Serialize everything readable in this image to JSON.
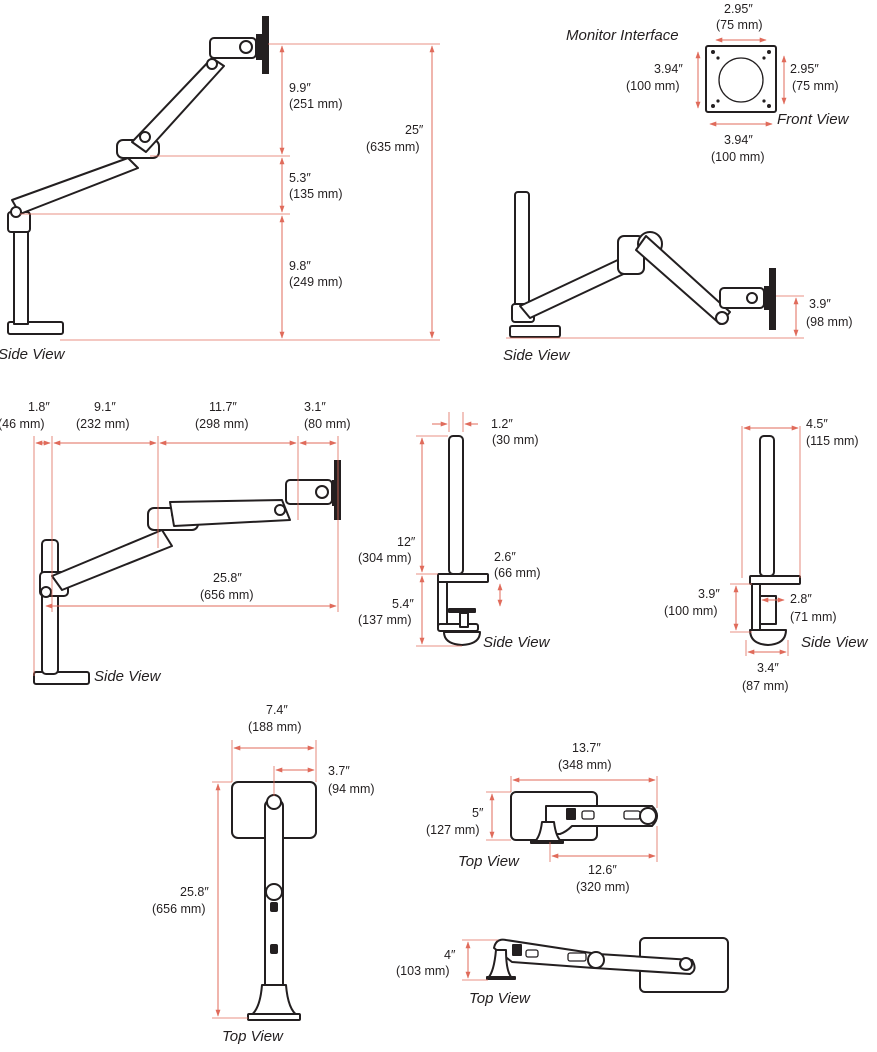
{
  "colors": {
    "dimension_line": "#e06b5b",
    "outline": "#231f20",
    "background": "#ffffff"
  },
  "views": {
    "side_view_label": "Side View",
    "top_view_label": "Top View",
    "front_view_label": "Front View",
    "monitor_interface_label": "Monitor Interface"
  },
  "side1": {
    "d1_in": "9.9″",
    "d1_mm": "(251 mm)",
    "d2_in": "5.3″",
    "d2_mm": "(135 mm)",
    "d3_in": "9.8″",
    "d3_mm": "(249 mm)",
    "total_in": "25″",
    "total_mm": "(635 mm)"
  },
  "monitor_interface": {
    "top_in": "2.95″",
    "top_mm": "(75 mm)",
    "left_in": "3.94″",
    "left_mm": "(100 mm)",
    "right_in": "2.95″",
    "right_mm": "(75 mm)",
    "bottom_in": "3.94″",
    "bottom_mm": "(100 mm)"
  },
  "side2": {
    "d_in": "3.9″",
    "d_mm": "(98 mm)"
  },
  "side3": {
    "a_in": "1.8″",
    "a_mm": "(46 mm)",
    "b_in": "9.1″",
    "b_mm": "(232 mm)",
    "c_in": "11.7″",
    "c_mm": "(298 mm)",
    "d_in": "3.1″",
    "d_mm": "(80 mm)",
    "total_in": "25.8″",
    "total_mm": "(656 mm)"
  },
  "pole_clamp": {
    "dia_in": "1.2″",
    "dia_mm": "(30 mm)",
    "height_in": "12″",
    "height_mm": "(304 mm)",
    "depth_in": "2.6″",
    "depth_mm": "(66 mm)",
    "clamp_in": "5.4″",
    "clamp_mm": "(137 mm)"
  },
  "grommet": {
    "width_in": "4.5″",
    "width_mm": "(115 mm)",
    "height_in": "3.9″",
    "height_mm": "(100 mm)",
    "inner_in": "2.8″",
    "inner_mm": "(71 mm)",
    "base_in": "3.4″",
    "base_mm": "(87 mm)"
  },
  "top1": {
    "width_in": "7.4″",
    "width_mm": "(188 mm)",
    "half_in": "3.7″",
    "half_mm": "(94 mm)",
    "reach_in": "25.8″",
    "reach_mm": "(656 mm)"
  },
  "top2": {
    "width_in": "13.7″",
    "width_mm": "(348 mm)",
    "depth_in": "5″",
    "depth_mm": "(127 mm)",
    "inner_in": "12.6″",
    "inner_mm": "(320 mm)"
  },
  "top3": {
    "depth_in": "4″",
    "depth_mm": "(103 mm)"
  }
}
